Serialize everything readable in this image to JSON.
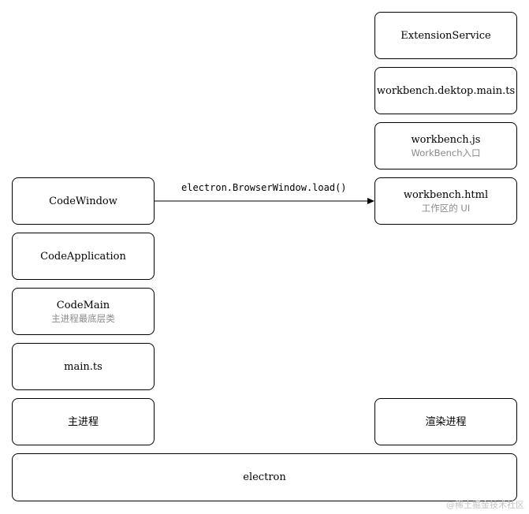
{
  "diagram": {
    "left_stack": {
      "code_window": {
        "title": "CodeWindow"
      },
      "code_application": {
        "title": "CodeApplication"
      },
      "code_main": {
        "title": "CodeMain",
        "subtitle": "主进程最底层类"
      },
      "main_ts": {
        "title": "main.ts"
      },
      "main_process": {
        "title": "主进程"
      }
    },
    "right_stack": {
      "extension_service": {
        "title": "ExtensionService"
      },
      "workbench_desktop_main": {
        "title": "workbench.dektop.main.ts"
      },
      "workbench_js": {
        "title": "workbench.js",
        "subtitle": "WorkBench入口"
      },
      "workbench_html": {
        "title": "workbench.html",
        "subtitle": "工作区的 UI"
      },
      "renderer_process": {
        "title": "渲染进程"
      }
    },
    "base": {
      "title": "electron"
    },
    "edge": {
      "label": "electron.BrowserWindow.load()"
    }
  },
  "watermark": "@稀土掘金技术社区"
}
